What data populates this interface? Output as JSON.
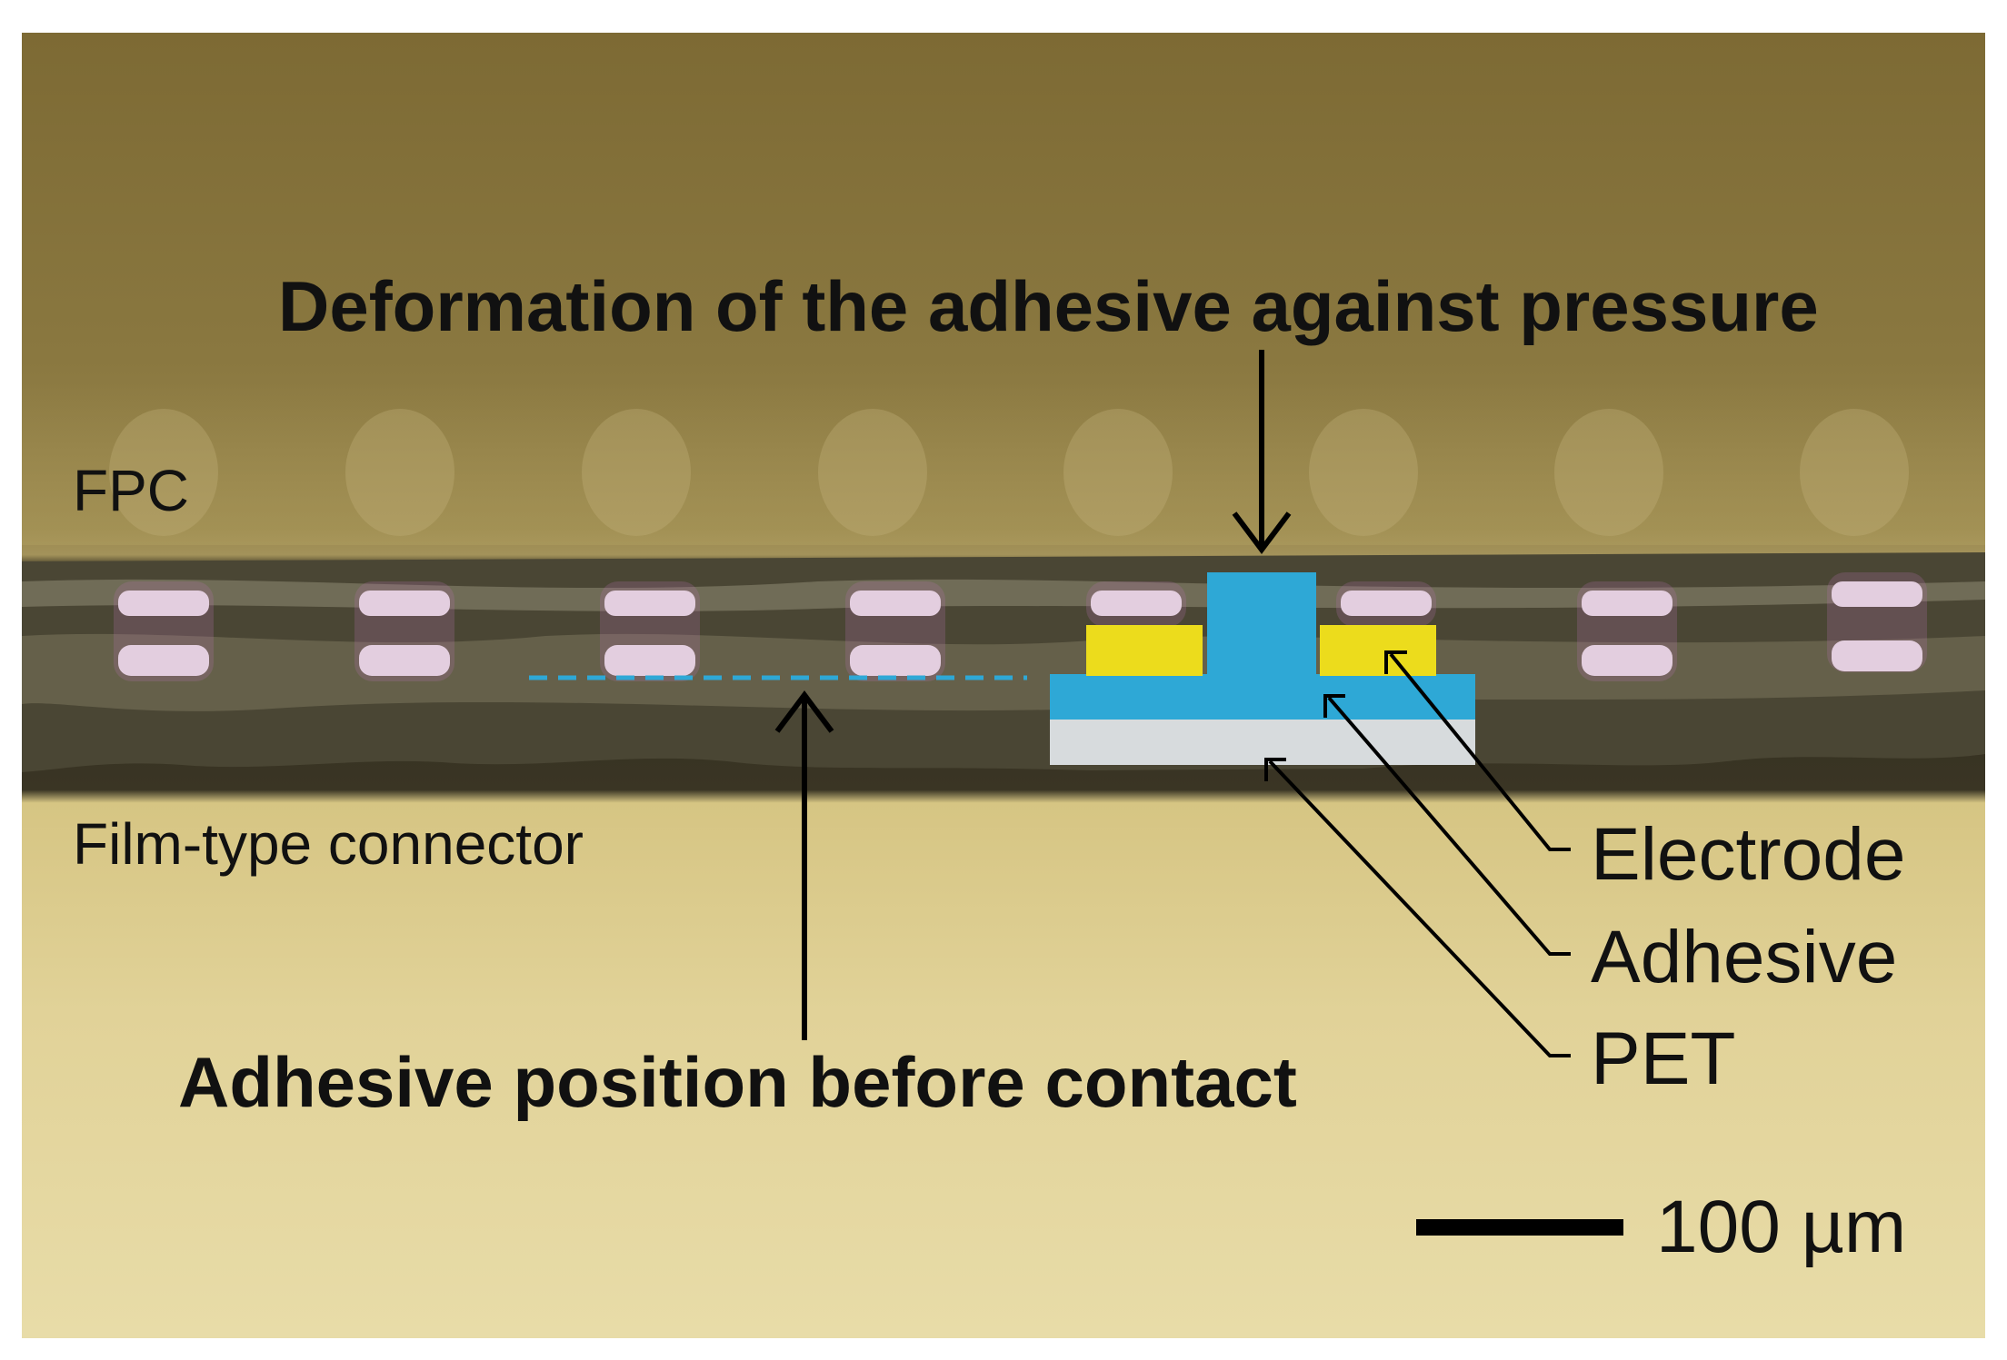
{
  "figure": {
    "title_top": "Deformation of the adhesive against pressure",
    "title_bottom": "Adhesive position before contact",
    "label_fpc": "FPC",
    "label_connector": "Film-type connector",
    "legend": {
      "electrode": "Electrode",
      "adhesive": "Adhesive",
      "pet": "PET"
    },
    "scale_bar": "100 µm",
    "colors": {
      "fpc_background": "#85723a",
      "connector_background": "#e3d59a",
      "adhesive": "#2ea8d6",
      "electrode": "#ecdc1c",
      "pet": "#d7dbdd",
      "dashed_line": "#2ea8d6"
    }
  }
}
